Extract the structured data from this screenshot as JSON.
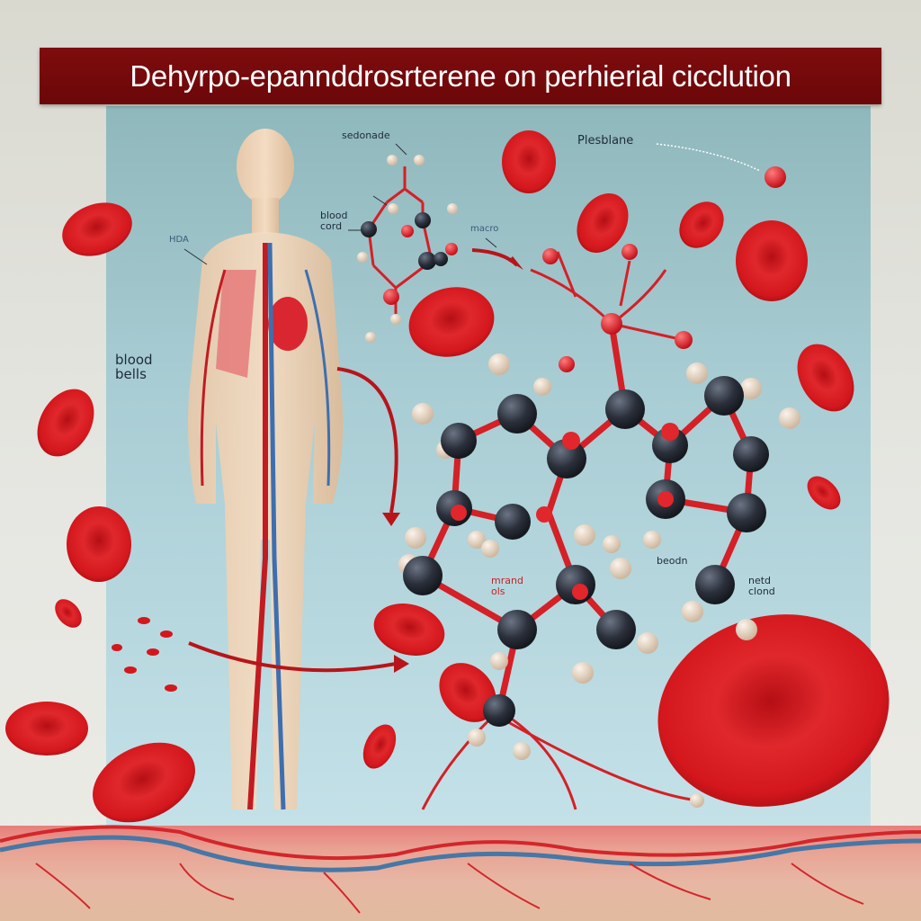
{
  "title": "Dehyrpo-epannddrosrterene on perhierial cicclution",
  "labels": {
    "sedonade": "sedonade",
    "blood_cord": [
      "blood",
      "cord"
    ],
    "macro": "macro",
    "plesblane": "Plesblane",
    "hda": "HDA",
    "blood_bells": [
      "blood",
      "bells"
    ],
    "mrand_ols": [
      "mrand",
      "ols"
    ],
    "beodn": "beodn",
    "netd_clond": [
      "netd",
      "clond"
    ]
  },
  "colors": {
    "title_bg": "#730a0c",
    "title_text": "#ffffff",
    "panel_bg": "#a9cdd4",
    "rbc": "#d3171d",
    "carbon": "#2a2f3a",
    "hydrogen": "#e6d6c2",
    "bond": "#d42026",
    "tissue": "#e9a293",
    "vein": "#4677a6"
  }
}
